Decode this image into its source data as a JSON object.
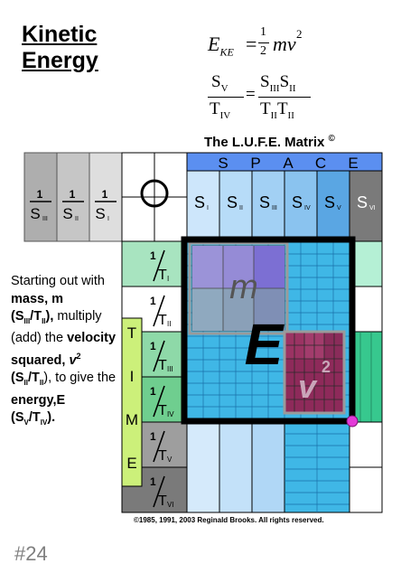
{
  "title": {
    "line1": "Kinetic",
    "line2": "Energy"
  },
  "formula1": {
    "lhs": "E",
    "lhs_sub": "KE",
    "num": "1",
    "den": "2",
    "rhs": "mv",
    "exp": "2"
  },
  "formula2": {
    "left_num": "S",
    "left_num_sub": "V",
    "left_den": "T",
    "left_den_sub": "IV",
    "right_num_a": "S",
    "right_num_a_sub": "III",
    "right_num_b": "S",
    "right_num_b_sub": "II",
    "right_den_a": "T",
    "right_den_a_sub": "II",
    "right_den_b": "T",
    "right_den_b_sub": "II"
  },
  "matrix_title": {
    "text": "The L.U.F.E. Matrix",
    "mark": "©"
  },
  "space_label": [
    "S",
    "P",
    "A",
    "C",
    "E"
  ],
  "time_label": [
    "T",
    "I",
    "M",
    "E"
  ],
  "inverse_space": [
    {
      "num": "1",
      "den": "S",
      "sub": "III"
    },
    {
      "num": "1",
      "den": "S",
      "sub": "II"
    },
    {
      "num": "1",
      "den": "S",
      "sub": "I"
    }
  ],
  "space_cells": [
    {
      "label": "S",
      "sub": "I"
    },
    {
      "label": "S",
      "sub": "II"
    },
    {
      "label": "S",
      "sub": "III"
    },
    {
      "label": "S",
      "sub": "IV"
    },
    {
      "label": "S",
      "sub": "V"
    },
    {
      "label": "S",
      "sub": "VI"
    }
  ],
  "inverse_time": [
    {
      "num": "1",
      "den": "T",
      "sub": "I"
    },
    {
      "num": "1",
      "den": "T",
      "sub": "II"
    },
    {
      "num": "1",
      "den": "T",
      "sub": "III"
    },
    {
      "num": "1",
      "den": "T",
      "sub": "IV"
    },
    {
      "num": "1",
      "den": "T",
      "sub": "V"
    },
    {
      "num": "1",
      "den": "T",
      "sub": "VI"
    }
  ],
  "labels": {
    "mass": "m",
    "energy": "E",
    "velocity": "v",
    "velocity_exp": "2"
  },
  "description": {
    "t1": "Starting out with ",
    "t2": "mass, m",
    "t3": "(S",
    "t3_sub": "III",
    "t4": "/T",
    "t4_sub": "II",
    "t5": "),",
    "t6": " multiply (add) the ",
    "t7": "velocity squared, ",
    "t8": "v",
    "t8_sup": "2",
    "t9": " (S",
    "t9_sub": "II",
    "t10": "/T",
    "t10_sub": "II",
    "t11": "), to give the ",
    "t12": "energy,",
    "t13": "E",
    "t14": " (S",
    "t14_sub": "V",
    "t15": "/T",
    "t15_sub": "IV",
    "t16": ")."
  },
  "copyright": "©1985, 1991, 2003 Reginald Brooks. All rights reserved.",
  "slide_number": "#24",
  "colors": {
    "space_header": "#5b8ff0",
    "inverse_space_dark": "#aeaeae",
    "time_green": "#a8e4c0",
    "mass_purple": "#8a7fd6",
    "velocity_maroon": "#8e2a5a",
    "energy_blue": "#3fb7e6",
    "pink_marker": "#e33ad8"
  }
}
